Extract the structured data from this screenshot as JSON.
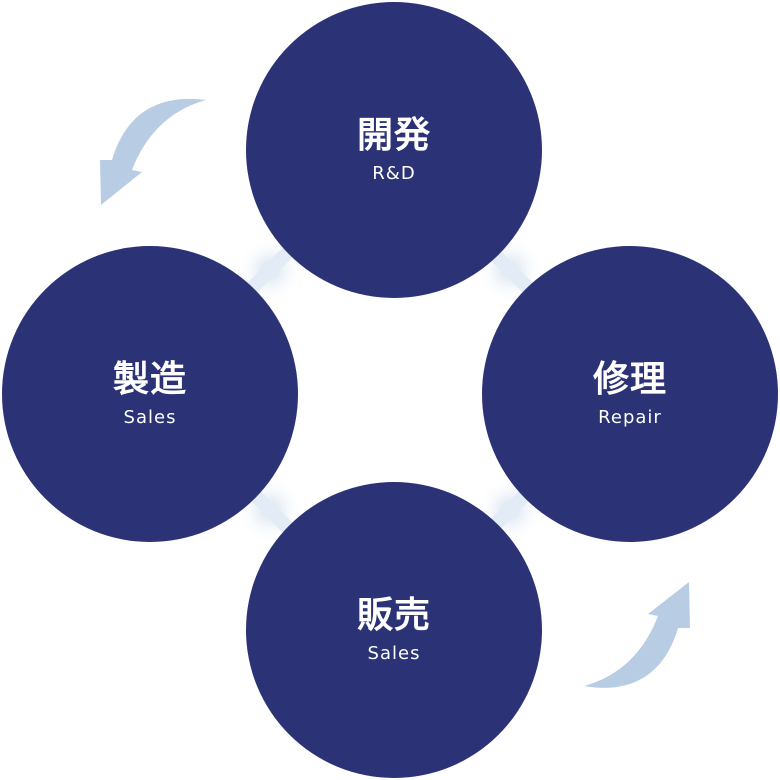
{
  "diagram": {
    "nodes": [
      {
        "id": "top",
        "title": "開発",
        "subtitle": "R&D"
      },
      {
        "id": "right",
        "title": "修理",
        "subtitle": "Repair"
      },
      {
        "id": "bottom",
        "title": "販売",
        "subtitle": "Sales"
      },
      {
        "id": "left",
        "title": "製造",
        "subtitle": "Sales"
      }
    ],
    "colors": {
      "circle": "#2b3275",
      "text": "#ffffff",
      "arrow": "#b8cde4",
      "connector": "#dde8f3"
    },
    "arrows": [
      {
        "name": "cycle-arrow-top-left-icon"
      },
      {
        "name": "cycle-arrow-bottom-right-icon"
      }
    ]
  }
}
